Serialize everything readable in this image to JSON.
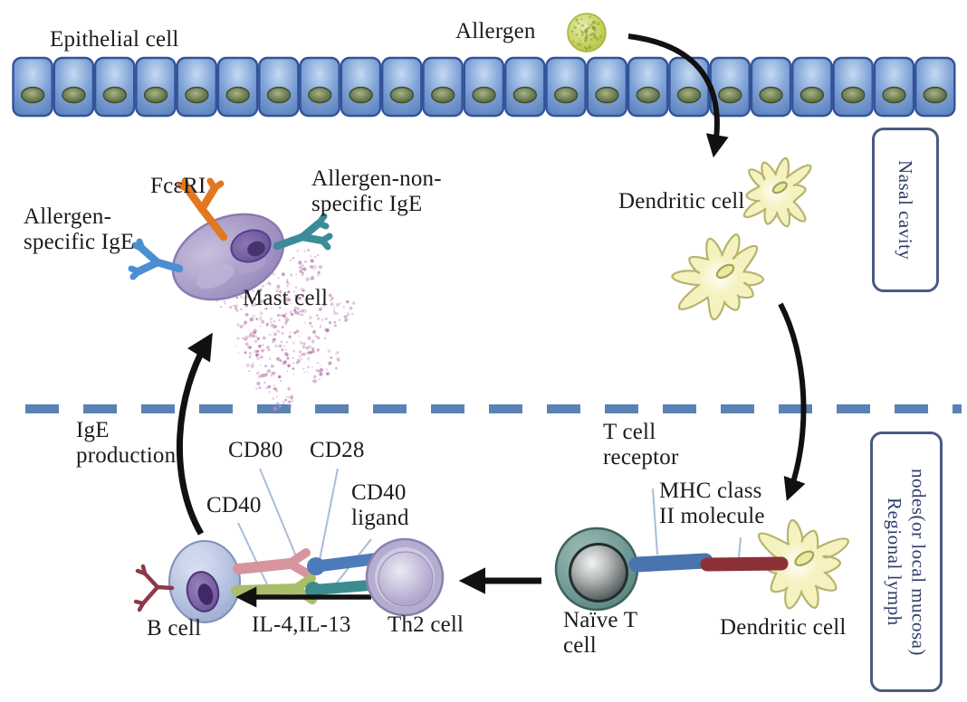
{
  "labels": {
    "epithelial_cell": "Epithelial cell",
    "allergen": "Allergen",
    "nasal_cavity": "Nasal cavity",
    "dendritic_cell_upper": "Dendritic cell",
    "fc_epsilon_ri": "FcεRI",
    "allergen_specific_ige": "Allergen-\nspecific IgE",
    "allergen_non_specific_ige": "Allergen-non-\nspecific IgE",
    "mast_cell": "Mast cell",
    "ige_production": "IgE\nproduction",
    "cd80": "CD80",
    "cd28": "CD28",
    "cd40": "CD40",
    "cd40_ligand": "CD40\nligand",
    "b_cell": "B cell",
    "il4_il13": "IL-4,IL-13",
    "th2_cell": "Th2 cell",
    "naive_t_cell": "Naïve T\ncell",
    "t_cell_receptor": "T cell\nreceptor",
    "mhc_class_ii": "MHC class\nII molecule",
    "dendritic_cell_lower": "Dendritic cell",
    "regional_lymph_nodes": "Regional lymph\nnodes(or local mucosa)"
  },
  "epithelium": {
    "cell_count": 23
  },
  "palette": {
    "label_text": "#1c1c1c",
    "arrow_black": "#111111",
    "dashed_line": "#5b82b5",
    "box_border": "#4a5a82",
    "box_text": "#2e3c68",
    "epithelial_border": "#33539b",
    "allergen_green": "#c3cf57",
    "dendritic_fill": "#f5f2c0",
    "dendritic_outline": "#b6b46e",
    "mast_purple": "#a79ac6",
    "granule_pink": "#cf9fc4",
    "fceri_orange": "#e2781f",
    "ige_specific_blue": "#4b8fd2",
    "ige_nonspecific_teal": "#3b8b9b",
    "bcr_maroon": "#8e3a4a",
    "cd40_pink": "#d6959d",
    "cd80_green": "#a9bd6b",
    "cd28_blue": "#4d7cba",
    "cd40l_teal": "#3c8c8f",
    "tcr_blue": "#4a74ae",
    "mhc_red": "#8c3038",
    "label_line": "#a9bdd6"
  }
}
